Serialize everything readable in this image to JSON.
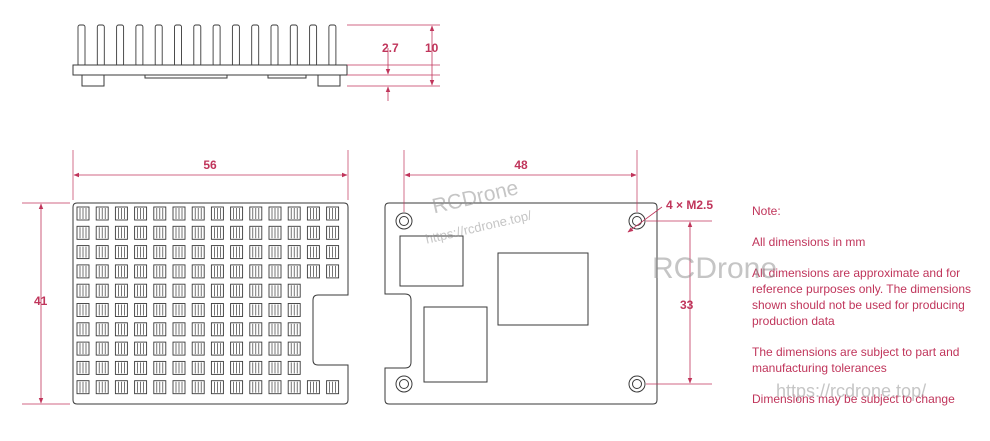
{
  "dimensions": {
    "fin_height": "2.7",
    "total_height": "10",
    "width_heatsink": "56",
    "width_board": "48",
    "height_heatsink": "41",
    "mount_spacing": "33",
    "mounting_holes": "4 × M2.5"
  },
  "notes": [
    "Note:",
    "All dimensions in mm",
    "All dimensions are approximate and for reference purposes only. The dimensions shown should not be used for producing production data",
    "The dimensions are subject to part and manufacturing tolerances",
    "Dimensions may be subject to change"
  ],
  "watermarks": {
    "brand": "RCDrone",
    "url": "https://rcdrone.top/"
  },
  "colors": {
    "annotation": "#c0355b",
    "outline": "#3a3a3a"
  }
}
